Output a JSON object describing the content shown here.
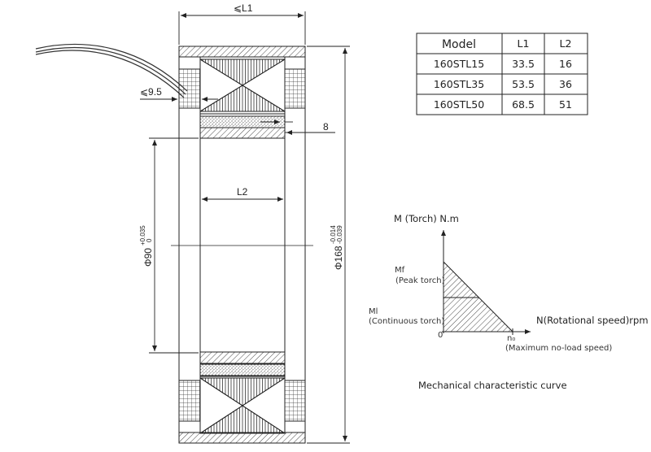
{
  "drawing": {
    "dim_l1": "⩽L1",
    "dim_l2": "L2",
    "dim_wire": "⩽9.5",
    "dim_8": "8",
    "dim_inner_main": "Φ90",
    "dim_inner_upper": "+0.035",
    "dim_inner_lower": "0",
    "dim_outer_main": "Φ168",
    "dim_outer_upper": "-0.014",
    "dim_outer_lower": "-0.039"
  },
  "table": {
    "headers": [
      "Model",
      "L1",
      "L2"
    ],
    "rows": [
      [
        "160STL15",
        "33.5",
        "16"
      ],
      [
        "160STL35",
        "53.5",
        "36"
      ],
      [
        "160STL50",
        "68.5",
        "51"
      ]
    ]
  },
  "curve": {
    "y_axis_label": "M (Torch) N.m",
    "x_axis_label": "N(Rotational speed)rpm",
    "mf_label": "Mf",
    "mf_note": "(Peak torch)",
    "ml_label": "Ml",
    "ml_note": "(Continuous torch)",
    "origin_label": "0",
    "n0_label": "n₀",
    "n0_note": "(Maximum no-load speed)",
    "caption": "Mechanical characteristic curve"
  }
}
